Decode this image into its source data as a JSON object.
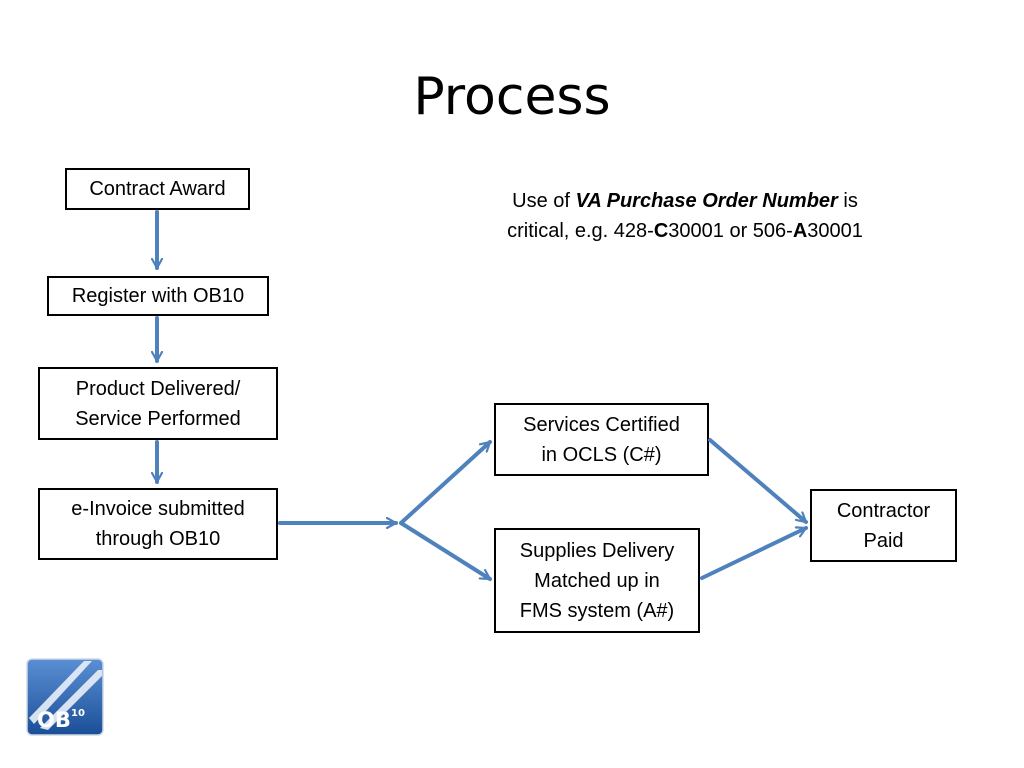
{
  "slide": {
    "title": "Process",
    "note": {
      "line1_prefix": "Use of ",
      "line1_emphasis": "VA Purchase Order Number",
      "line1_suffix": " is",
      "line2_a": "critical, e.g. 428-",
      "line2_b": "C",
      "line2_c": "30001 or 506-",
      "line2_d": "A",
      "line2_e": "30001"
    }
  },
  "flow": {
    "contract_award": "Contract Award",
    "register": "Register with OB10",
    "delivered": "Product Delivered/\nService Performed",
    "einvoice": "e-Invoice submitted\nthrough OB10",
    "services_certified": "Services Certified\nin OCLS (C#)",
    "supplies_matched": "Supplies Delivery\nMatched up in\nFMS system (A#)",
    "contractor_paid": "Contractor\nPaid"
  },
  "logo": {
    "text": "OB",
    "superscript": "10"
  },
  "colors": {
    "arrow": "#4f81bd",
    "box_border": "#000000",
    "logo_blue": "#1f5aa6"
  }
}
